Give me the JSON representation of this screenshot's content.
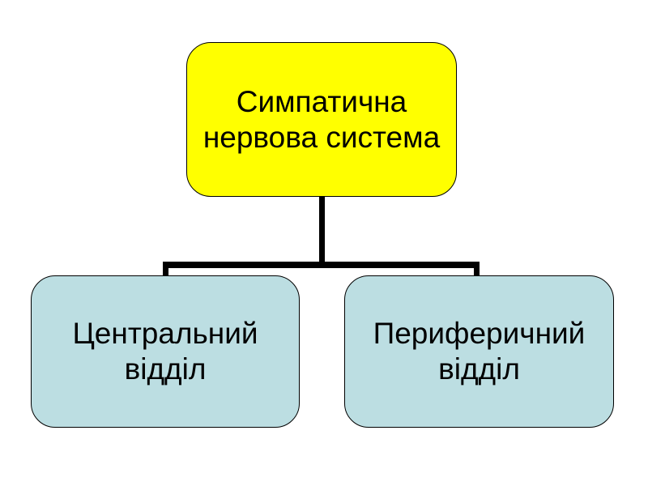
{
  "slide": {
    "background": "#FFFFFF",
    "diagram": {
      "type": "hierarchy",
      "connector_color": "#000000",
      "root": {
        "id": "sympathetic-nervous-system",
        "lines": [
          "Симпатична",
          "нервова система"
        ],
        "fill": "#FFFF00",
        "border_color": "#000000",
        "text_color": "#000000"
      },
      "children": [
        {
          "id": "central-division",
          "lines": [
            "Центральний",
            "відділ"
          ],
          "fill": "#BCDEE2",
          "border_color": "#000000",
          "text_color": "#000000"
        },
        {
          "id": "peripheral-division",
          "lines": [
            "Периферичний",
            "відділ"
          ],
          "fill": "#BCDEE2",
          "border_color": "#000000",
          "text_color": "#000000"
        }
      ]
    }
  }
}
